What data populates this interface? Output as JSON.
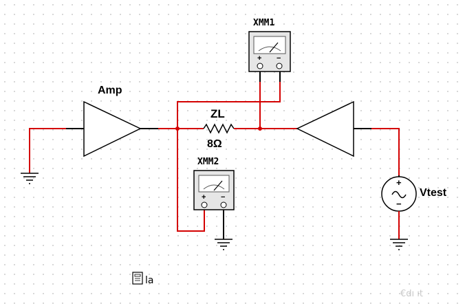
{
  "components": {
    "amp": {
      "label": "Amp"
    },
    "load": {
      "label": "ZL",
      "value": "8Ω"
    },
    "xmm1": {
      "label": "XMM1",
      "plus": "+",
      "minus": "−"
    },
    "xmm2": {
      "label": "XMM2",
      "plus": "+",
      "minus": "−"
    },
    "source": {
      "label": "Vtest",
      "plus": "+",
      "minus": "−",
      "symbol": "~"
    }
  },
  "colors": {
    "wire": "#d40000",
    "component": "#000000",
    "meter_face": "#ffffff",
    "meter_body": "#e6e6e6",
    "grid_dot": "#9a9a9a"
  },
  "icons": [
    "ground-icon",
    "ac-source-icon",
    "multimeter-icon",
    "resistor-icon",
    "amplifier-icon"
  ],
  "footer": {
    "note_icon_text": "la",
    "watermark": "€dı ıt"
  }
}
